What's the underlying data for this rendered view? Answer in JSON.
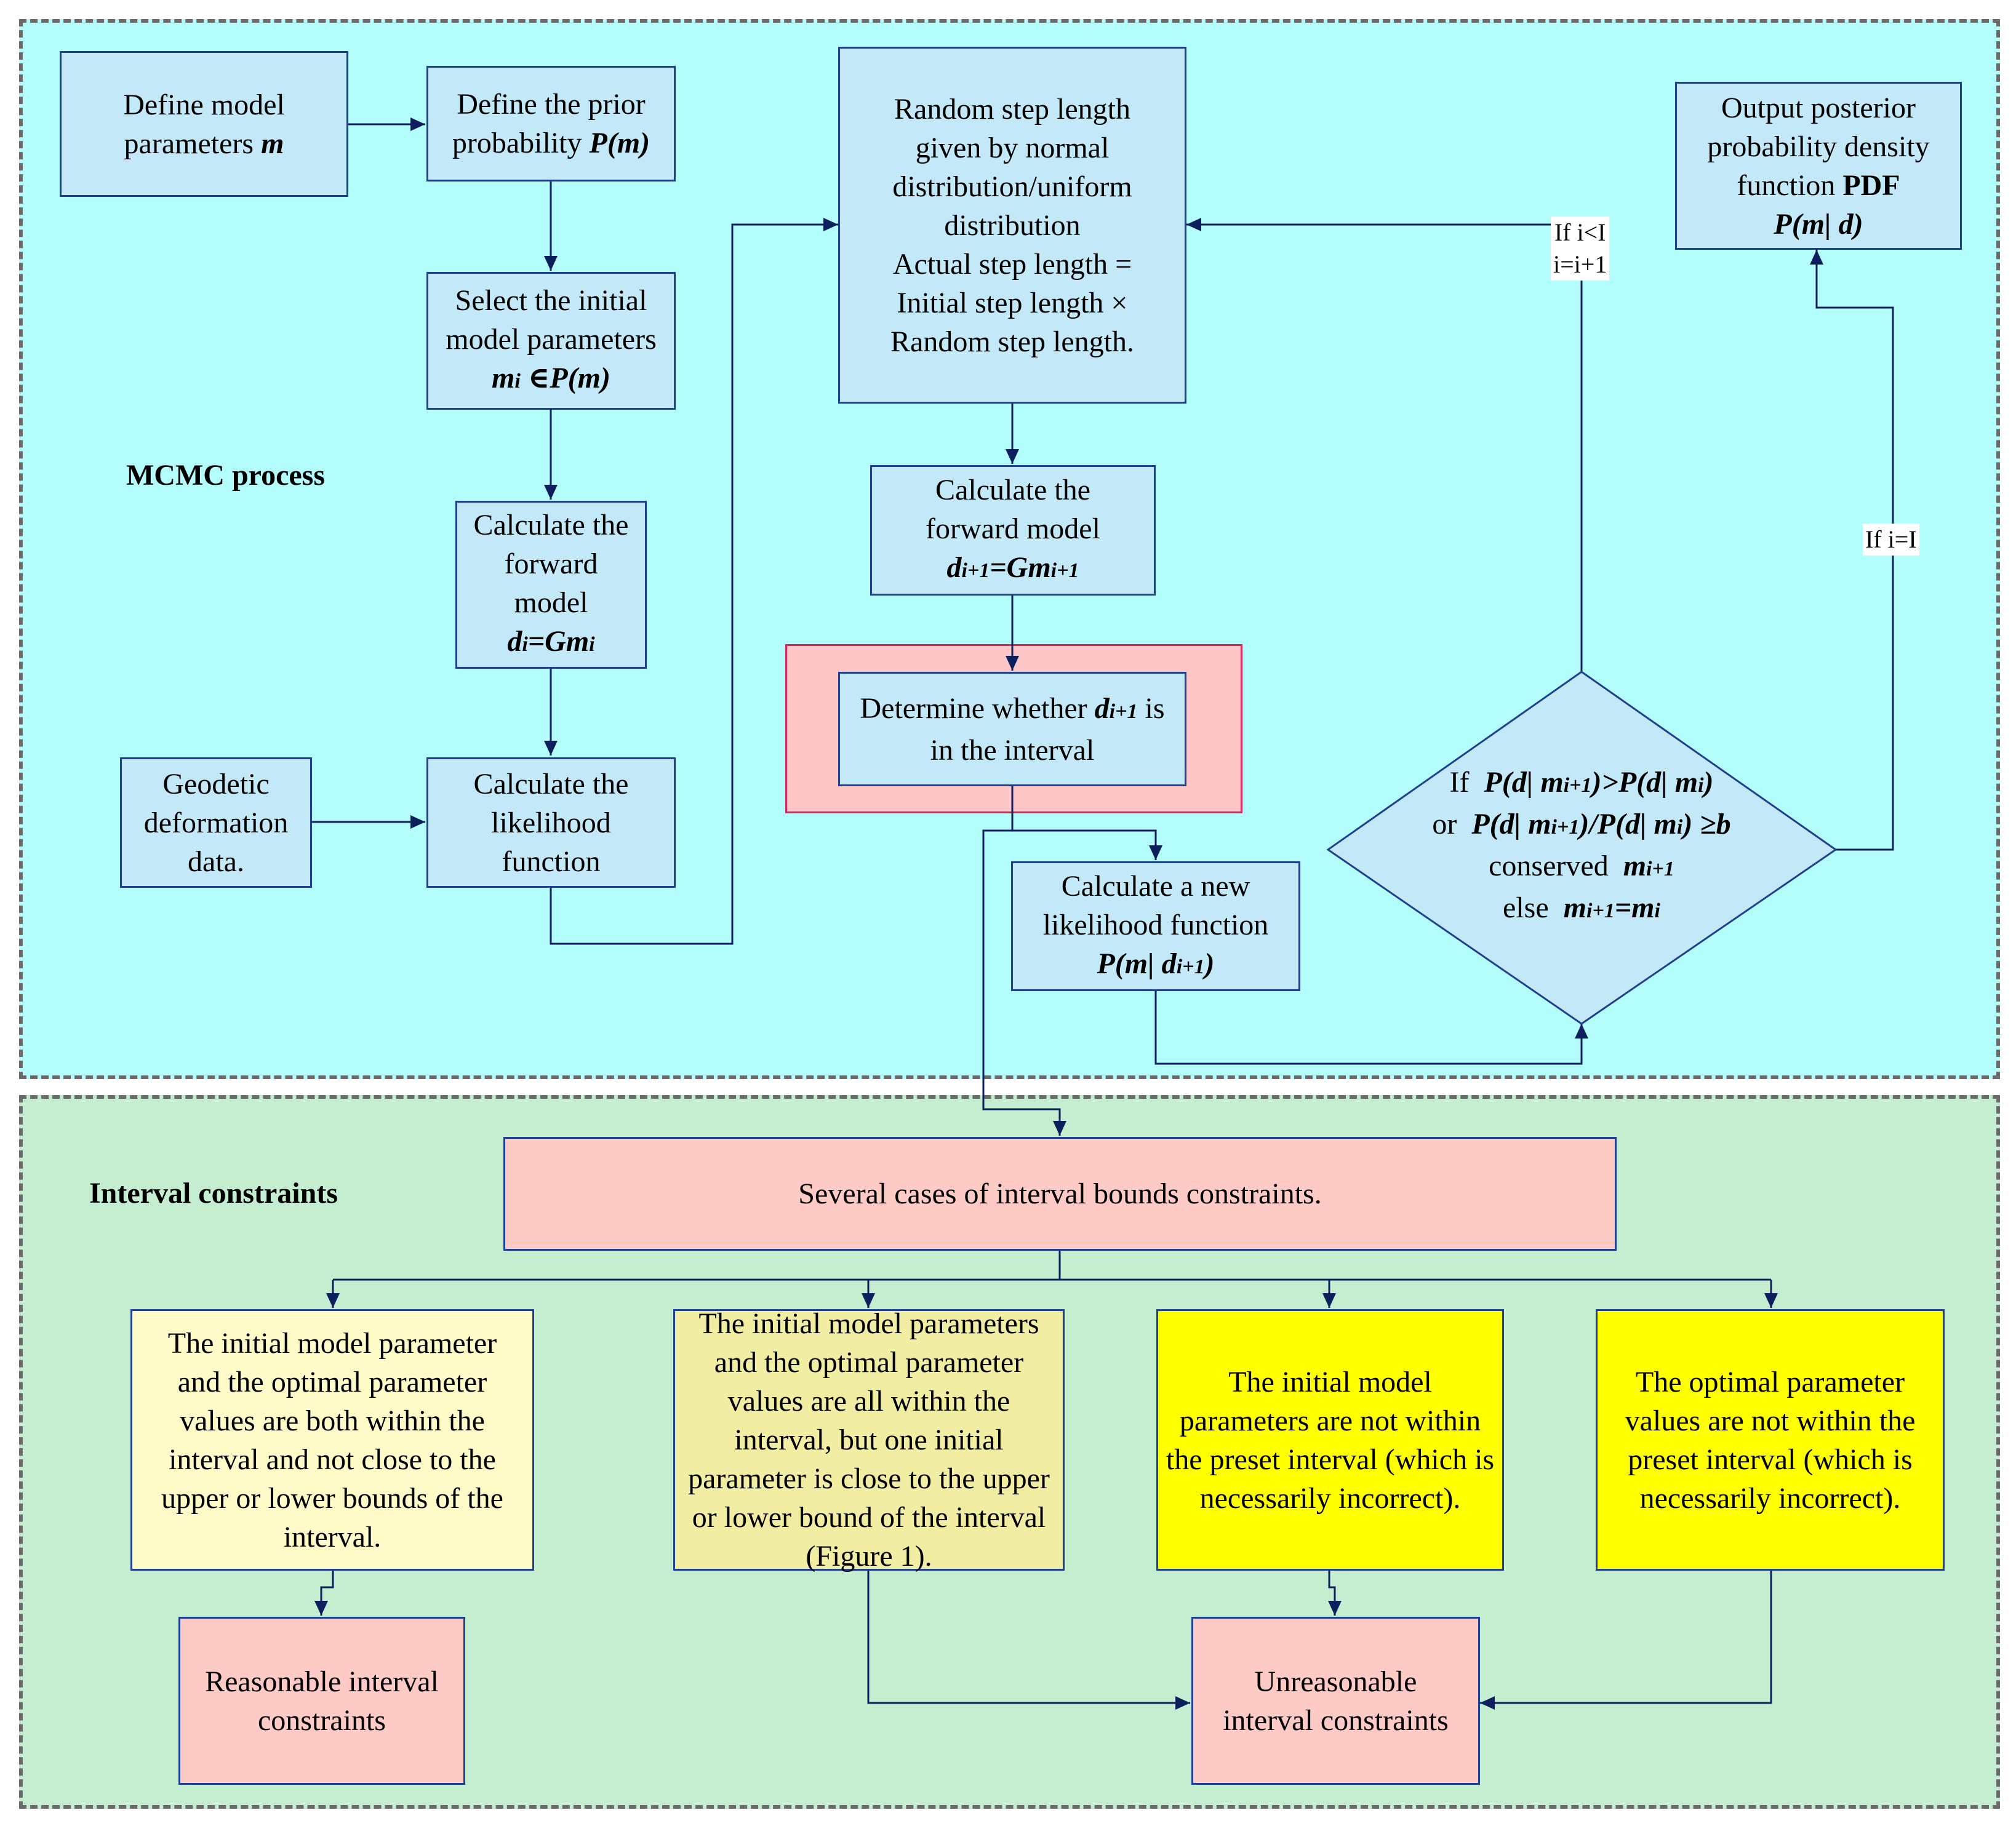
{
  "sections": {
    "mcmc_label": "MCMC process",
    "interval_label": "Interval constraints"
  },
  "nodes": {
    "define_params": {
      "line1": "Define model",
      "line2": "parameters",
      "var": "m"
    },
    "define_prior": {
      "line1": "Define the prior",
      "line2": "probability",
      "var": "P(m)"
    },
    "select_initial": {
      "line1": "Select the initial",
      "line2": "model parameters",
      "var": "m",
      "sub": "i",
      "expr": "∈P(m)"
    },
    "forward_model": {
      "line1": "Calculate the",
      "line2": "forward",
      "line3": "model",
      "var": "d",
      "sub": "i",
      "eq": "=Gm",
      "sub2": "i"
    },
    "geodetic_data": {
      "line1": "Geodetic",
      "line2": "deformation",
      "line3": "data."
    },
    "likelihood": {
      "line1": "Calculate the",
      "line2": "likelihood",
      "line3": "function"
    },
    "random_step": {
      "line1": "Random step length",
      "line2": "given by normal",
      "line3": "distribution/uniform",
      "line4": "distribution",
      "line5": "Actual step length =",
      "line6": "Initial step length ×",
      "line7": "Random step length."
    },
    "forward_model_next": {
      "line1": "Calculate the",
      "line2": "forward model",
      "var": "d",
      "sub": "i+1",
      "eq": "=Gm",
      "sub2": "i+1"
    },
    "determine_interval": {
      "text1": "Determine whether ",
      "var": "d",
      "sub": "i+1",
      "text2": " is",
      "line2": "in the interval"
    },
    "new_likelihood": {
      "line1": "Calculate a new",
      "line2": "likelihood function",
      "expr1": "P(m| d",
      "sub": "i+1",
      "expr2": ")"
    },
    "output_posterior": {
      "line1": "Output posterior",
      "line2": "probability density",
      "line3a": "function ",
      "line3b": "PDF",
      "line4": "P(m| d)"
    },
    "decision": {
      "if_word": "If",
      "cond1a": "P(d| m",
      "cond1sub": "i+1",
      "cond1b": ")>P(d| m",
      "cond1sub2": "i",
      "cond1c": ")",
      "or_word": "or",
      "cond2a": "P(d| m",
      "cond2sub": "i+1",
      "cond2b": ")/P(d| m",
      "cond2sub2": "i",
      "cond2c": ") ≥b",
      "conserved_word": "conserved",
      "cons_var": "m",
      "cons_sub": "i+1",
      "else_word": "else",
      "else_var": "m",
      "else_sub": "i+1",
      "else_eq": "=m",
      "else_sub2": "i"
    },
    "several_cases": {
      "text": "Several cases of interval bounds constraints."
    },
    "case1": {
      "text": "The initial model parameter and the optimal parameter values are both within the interval and not close to the upper or lower bounds of the interval."
    },
    "case2": {
      "text": "The initial model parameters and the optimal parameter values are all within the interval, but one initial parameter is close to the upper or lower bound of the interval (Figure 1)."
    },
    "case3": {
      "text": "The initial model parameters are not within the preset interval (which is necessarily incorrect)."
    },
    "case4": {
      "text": "The optimal parameter values are not within the preset interval (which is necessarily incorrect)."
    },
    "reasonable": {
      "line1": "Reasonable interval",
      "line2": "constraints"
    },
    "unreasonable": {
      "line1": "Unreasonable",
      "line2": "interval constraints"
    }
  },
  "edge_labels": {
    "loop_back_1": "If i<I",
    "loop_back_2": "i=i+1",
    "to_output": "If i=I"
  },
  "colors": {
    "mcmc_background": "#b3fdfc",
    "interval_background": "#c4eecf",
    "process_box": "#c3e9f8",
    "highlight_box": "#fdcac6",
    "case_light_yellow": "#fefbc9",
    "case_khaki": "#f1eea3",
    "case_yellow": "#ffff00",
    "connector": "#0d1f5c"
  }
}
